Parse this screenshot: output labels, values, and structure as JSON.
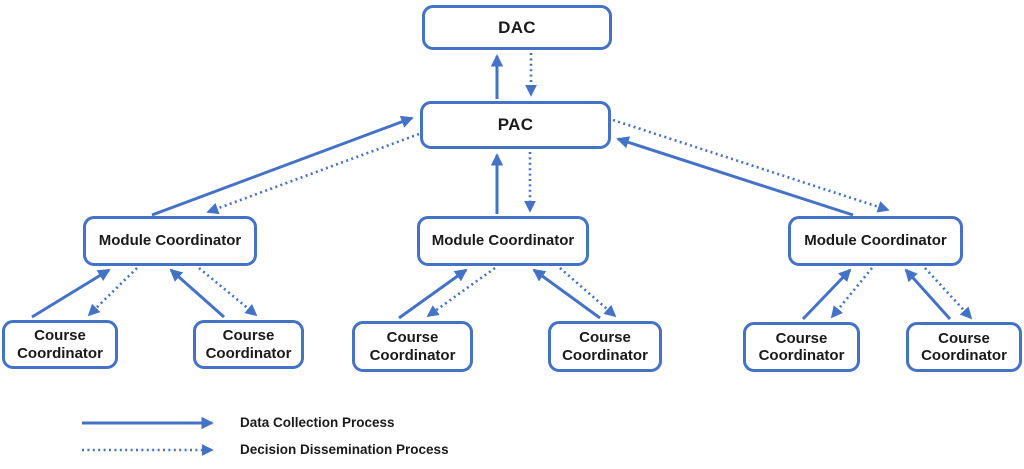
{
  "colors": {
    "accent_blue": "#4472c4",
    "text": "#1a1a1a",
    "background": "#ffffff"
  },
  "diagram": {
    "nodes": {
      "dac": {
        "label": "DAC"
      },
      "pac": {
        "label": "PAC"
      },
      "module_coordinators": [
        {
          "label": "Module Coordinator"
        },
        {
          "label": "Module Coordinator"
        },
        {
          "label": "Module Coordinator"
        }
      ],
      "course_coordinators": [
        {
          "label": "Course Coordinator"
        },
        {
          "label": "Course Coordinator"
        },
        {
          "label": "Course Coordinator"
        },
        {
          "label": "Course Coordinator"
        },
        {
          "label": "Course Coordinator"
        },
        {
          "label": "Course Coordinator"
        }
      ]
    },
    "edges": [
      {
        "from": "PAC",
        "to": "DAC",
        "type": "data-collection"
      },
      {
        "from": "DAC",
        "to": "PAC",
        "type": "decision-dissemination"
      },
      {
        "from": "Module Coordinator 1",
        "to": "PAC",
        "type": "data-collection"
      },
      {
        "from": "PAC",
        "to": "Module Coordinator 1",
        "type": "decision-dissemination"
      },
      {
        "from": "Module Coordinator 2",
        "to": "PAC",
        "type": "data-collection"
      },
      {
        "from": "PAC",
        "to": "Module Coordinator 2",
        "type": "decision-dissemination"
      },
      {
        "from": "Module Coordinator 3",
        "to": "PAC",
        "type": "data-collection"
      },
      {
        "from": "PAC",
        "to": "Module Coordinator 3",
        "type": "decision-dissemination"
      },
      {
        "from": "Course Coordinator 1",
        "to": "Module Coordinator 1",
        "type": "data-collection"
      },
      {
        "from": "Module Coordinator 1",
        "to": "Course Coordinator 1",
        "type": "decision-dissemination"
      },
      {
        "from": "Course Coordinator 2",
        "to": "Module Coordinator 1",
        "type": "data-collection"
      },
      {
        "from": "Module Coordinator 1",
        "to": "Course Coordinator 2",
        "type": "decision-dissemination"
      },
      {
        "from": "Course Coordinator 3",
        "to": "Module Coordinator 2",
        "type": "data-collection"
      },
      {
        "from": "Module Coordinator 2",
        "to": "Course Coordinator 3",
        "type": "decision-dissemination"
      },
      {
        "from": "Course Coordinator 4",
        "to": "Module Coordinator 2",
        "type": "data-collection"
      },
      {
        "from": "Module Coordinator 2",
        "to": "Course Coordinator 4",
        "type": "decision-dissemination"
      },
      {
        "from": "Course Coordinator 5",
        "to": "Module Coordinator 3",
        "type": "data-collection"
      },
      {
        "from": "Module Coordinator 3",
        "to": "Course Coordinator 5",
        "type": "decision-dissemination"
      },
      {
        "from": "Course Coordinator 6",
        "to": "Module Coordinator 3",
        "type": "data-collection"
      },
      {
        "from": "Module Coordinator 3",
        "to": "Course Coordinator 6",
        "type": "decision-dissemination"
      }
    ],
    "legend": {
      "items": [
        {
          "style": "solid",
          "label": "Data Collection Process"
        },
        {
          "style": "dotted",
          "label": "Decision Dissemination Process"
        }
      ]
    }
  }
}
